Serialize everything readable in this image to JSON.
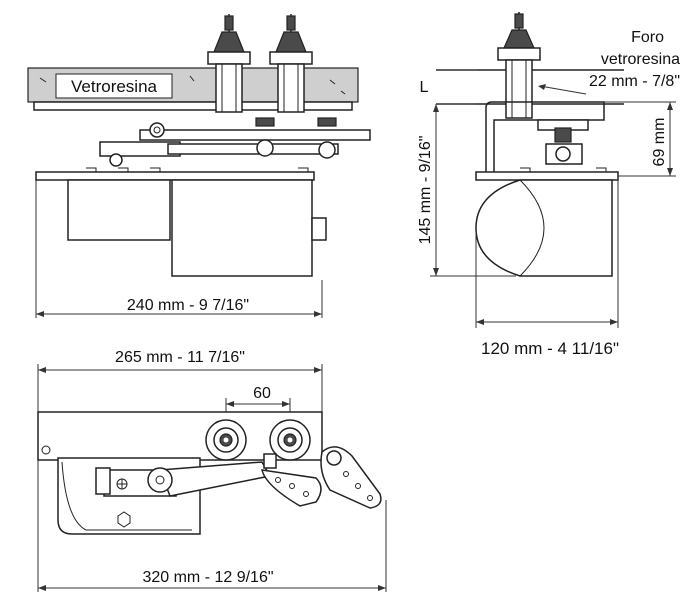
{
  "labels": {
    "material": "Vetroresina",
    "hole_title_1": "Foro",
    "hole_title_2": "vetroresina",
    "hole_size": "22 mm - 7/8\"",
    "deck_symbol": "L",
    "dim_width_side": "240 mm - 9 7/16\"",
    "dim_height": "145 mm - 9/16\"",
    "dim_69": "69 mm",
    "dim_width_front": "120 mm - 4 11/16\"",
    "dim_top_length": "265 mm - 11 7/16\"",
    "dim_spacing": "60",
    "dim_bottom_length": "320 mm - 12 9/16\""
  },
  "colors": {
    "line": "#222222",
    "deck_fill": "#cfcfcf",
    "dark_part": "#4a4a4a"
  }
}
